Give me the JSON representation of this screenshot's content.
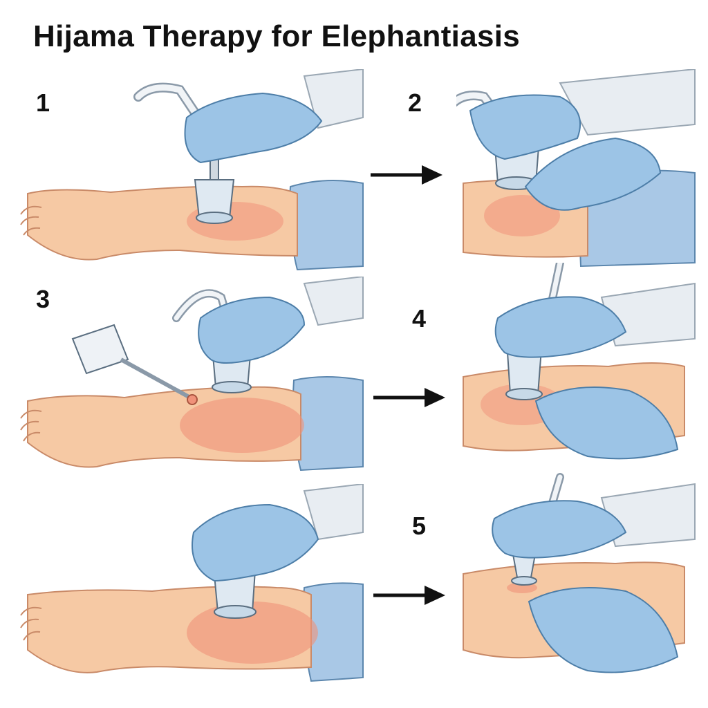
{
  "title": "Hijama Therapy for Elephantiasis",
  "steps": [
    {
      "number": "1"
    },
    {
      "number": "2"
    },
    {
      "number": "3"
    },
    {
      "number": "4"
    },
    {
      "number": "5"
    }
  ],
  "colors": {
    "skin": "#f6c9a4",
    "skin_shade": "#e7a882",
    "swelling": "#f0927a",
    "glove": "#9cc4e6",
    "glove_line": "#4d7ea8",
    "sleeve": "#e8edf2",
    "blanket": "#a9c8e6",
    "cup": "#dfe9f2",
    "arrow": "#111111"
  },
  "icons": [
    "cupping-cup-icon",
    "suction-pump-icon",
    "gloved-hand-icon",
    "arrow-right-icon"
  ]
}
